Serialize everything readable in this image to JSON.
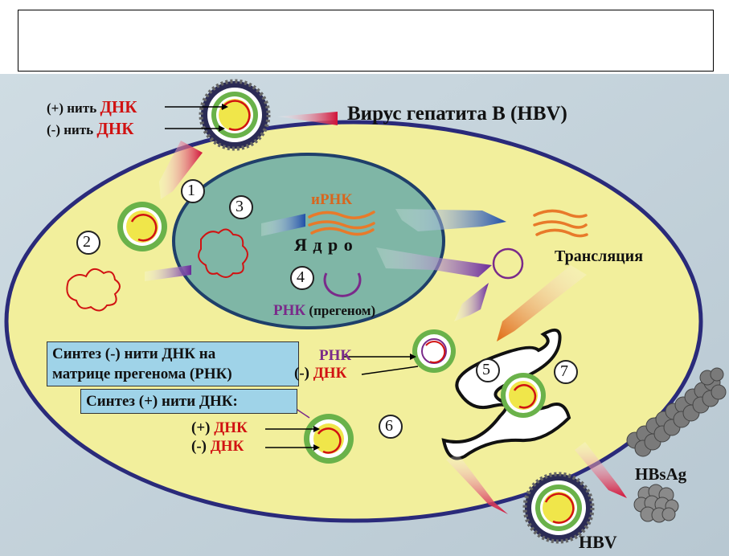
{
  "title": "Вирус гепатита В (HBV)",
  "virus_strands": {
    "plus": "(+) нить ",
    "minus": "(-) нить ",
    "dna": "ДНК"
  },
  "steps": [
    "1",
    "2",
    "3",
    "4",
    "5",
    "6",
    "7"
  ],
  "nucleus_label": "Я д р о",
  "mrna_label": "иРНК",
  "pregenome_rna": "РНК",
  "pregenome_suffix": " (прегеном)",
  "translation_label": "Трансляция",
  "synth_minus_line1": "Синтез (-) нити ДНК на",
  "synth_minus_line2": "матрице прегенома (РНК)",
  "synth_plus": "Синтез (+) нити ДНК:",
  "rna_label": "РНК",
  "minus_sign": "(-) ",
  "plus_sign": "(+) ",
  "dna_label": "ДНК",
  "hbsag_label": "HBsAg",
  "hbv_label": "HBV",
  "colors": {
    "cell": "#f2ef9c",
    "cell_border": "#2a2a7a",
    "nucleus": "#7fb6a6",
    "dna": "#d11212",
    "rna": "#7a2a8a",
    "background": "#c9d6de"
  }
}
